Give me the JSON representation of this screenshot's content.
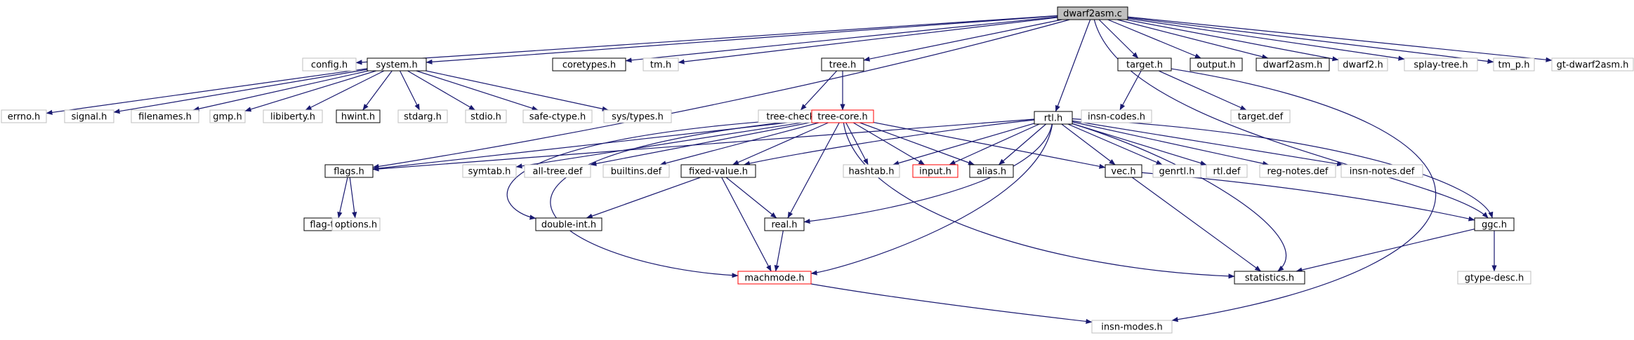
{
  "diagram": {
    "title": "",
    "colors": {
      "edge": "#191970",
      "root_fill": "#bfbfbf",
      "node_fill": "#ffffff",
      "border_black": "#000000",
      "border_gray": "#bfbfbf",
      "border_red": "#ff0000"
    },
    "nodes": [
      {
        "id": "dwarf2asm_c",
        "label": "dwarf2asm.c",
        "style": "root"
      },
      {
        "id": "config_h",
        "label": "config.h",
        "style": "gray"
      },
      {
        "id": "system_h",
        "label": "system.h",
        "style": "black"
      },
      {
        "id": "coretypes_h",
        "label": "coretypes.h",
        "style": "black"
      },
      {
        "id": "tm_h",
        "label": "tm.h",
        "style": "gray"
      },
      {
        "id": "tree_h",
        "label": "tree.h",
        "style": "black"
      },
      {
        "id": "rtl_h",
        "label": "rtl.h",
        "style": "black"
      },
      {
        "id": "target_h",
        "label": "target.h",
        "style": "black"
      },
      {
        "id": "output_h",
        "label": "output.h",
        "style": "black"
      },
      {
        "id": "dwarf2asm_h",
        "label": "dwarf2asm.h",
        "style": "black"
      },
      {
        "id": "dwarf2_h",
        "label": "dwarf2.h",
        "style": "gray"
      },
      {
        "id": "splay_tree_h",
        "label": "splay-tree.h",
        "style": "gray"
      },
      {
        "id": "tm_p_h",
        "label": "tm_p.h",
        "style": "gray"
      },
      {
        "id": "gt_dwarf2asm_h",
        "label": "gt-dwarf2asm.h",
        "style": "gray"
      },
      {
        "id": "errno_h",
        "label": "errno.h",
        "style": "gray"
      },
      {
        "id": "signal_h",
        "label": "signal.h",
        "style": "gray"
      },
      {
        "id": "filenames_h",
        "label": "filenames.h",
        "style": "gray"
      },
      {
        "id": "gmp_h",
        "label": "gmp.h",
        "style": "gray"
      },
      {
        "id": "libiberty_h",
        "label": "libiberty.h",
        "style": "gray"
      },
      {
        "id": "hwint_h",
        "label": "hwint.h",
        "style": "black"
      },
      {
        "id": "stdarg_h",
        "label": "stdarg.h",
        "style": "gray"
      },
      {
        "id": "stdio_h",
        "label": "stdio.h",
        "style": "gray"
      },
      {
        "id": "safe_ctype_h",
        "label": "safe-ctype.h",
        "style": "gray"
      },
      {
        "id": "sys_types_h",
        "label": "sys/types.h",
        "style": "gray"
      },
      {
        "id": "tree_check_h",
        "label": "tree-check.h",
        "style": "gray"
      },
      {
        "id": "tree_core_h",
        "label": "tree-core.h",
        "style": "red"
      },
      {
        "id": "insn_codes_h",
        "label": "insn-codes.h",
        "style": "gray"
      },
      {
        "id": "target_def",
        "label": "target.def",
        "style": "gray"
      },
      {
        "id": "flags_h",
        "label": "flags.h",
        "style": "black"
      },
      {
        "id": "symtab_h",
        "label": "symtab.h",
        "style": "gray"
      },
      {
        "id": "all_tree_def",
        "label": "all-tree.def",
        "style": "gray"
      },
      {
        "id": "builtins_def",
        "label": "builtins.def",
        "style": "gray"
      },
      {
        "id": "fixed_value_h",
        "label": "fixed-value.h",
        "style": "black"
      },
      {
        "id": "hashtab_h",
        "label": "hashtab.h",
        "style": "gray"
      },
      {
        "id": "input_h",
        "label": "input.h",
        "style": "red"
      },
      {
        "id": "alias_h",
        "label": "alias.h",
        "style": "black"
      },
      {
        "id": "vec_h",
        "label": "vec.h",
        "style": "black"
      },
      {
        "id": "genrtl_h",
        "label": "genrtl.h",
        "style": "gray"
      },
      {
        "id": "rtl_def",
        "label": "rtl.def",
        "style": "gray"
      },
      {
        "id": "reg_notes_def",
        "label": "reg-notes.def",
        "style": "gray"
      },
      {
        "id": "insn_notes_def",
        "label": "insn-notes.def",
        "style": "gray"
      },
      {
        "id": "flag_types_h",
        "label": "flag-types.h",
        "style": "black"
      },
      {
        "id": "options_h",
        "label": "options.h",
        "style": "gray"
      },
      {
        "id": "double_int_h",
        "label": "double-int.h",
        "style": "black"
      },
      {
        "id": "real_h",
        "label": "real.h",
        "style": "black"
      },
      {
        "id": "ggc_h",
        "label": "ggc.h",
        "style": "black"
      },
      {
        "id": "machmode_h",
        "label": "machmode.h",
        "style": "red"
      },
      {
        "id": "statistics_h",
        "label": "statistics.h",
        "style": "black"
      },
      {
        "id": "gtype_desc_h",
        "label": "gtype-desc.h",
        "style": "gray"
      },
      {
        "id": "insn_modes_h",
        "label": "insn-modes.h",
        "style": "gray"
      }
    ],
    "edges": [
      [
        "dwarf2asm_c",
        "config_h"
      ],
      [
        "dwarf2asm_c",
        "system_h"
      ],
      [
        "dwarf2asm_c",
        "coretypes_h"
      ],
      [
        "dwarf2asm_c",
        "tm_h"
      ],
      [
        "dwarf2asm_c",
        "tree_h"
      ],
      [
        "dwarf2asm_c",
        "rtl_h"
      ],
      [
        "dwarf2asm_c",
        "target_h"
      ],
      [
        "dwarf2asm_c",
        "output_h"
      ],
      [
        "dwarf2asm_c",
        "dwarf2asm_h"
      ],
      [
        "dwarf2asm_c",
        "dwarf2_h"
      ],
      [
        "dwarf2asm_c",
        "splay_tree_h"
      ],
      [
        "dwarf2asm_c",
        "tm_p_h"
      ],
      [
        "dwarf2asm_c",
        "gt_dwarf2asm_h"
      ],
      [
        "dwarf2asm_c",
        "flags_h"
      ],
      [
        "dwarf2asm_c",
        "ggc_h"
      ],
      [
        "system_h",
        "errno_h"
      ],
      [
        "system_h",
        "signal_h"
      ],
      [
        "system_h",
        "filenames_h"
      ],
      [
        "system_h",
        "gmp_h"
      ],
      [
        "system_h",
        "libiberty_h"
      ],
      [
        "system_h",
        "hwint_h"
      ],
      [
        "system_h",
        "stdarg_h"
      ],
      [
        "system_h",
        "stdio_h"
      ],
      [
        "system_h",
        "safe_ctype_h"
      ],
      [
        "system_h",
        "sys_types_h"
      ],
      [
        "tree_h",
        "tree_check_h"
      ],
      [
        "tree_h",
        "tree_core_h"
      ],
      [
        "target_h",
        "insn_codes_h"
      ],
      [
        "target_h",
        "target_def"
      ],
      [
        "target_h",
        "insn_modes_h"
      ],
      [
        "tree_core_h",
        "flags_h"
      ],
      [
        "tree_core_h",
        "symtab_h"
      ],
      [
        "tree_core_h",
        "all_tree_def"
      ],
      [
        "tree_core_h",
        "builtins_def"
      ],
      [
        "tree_core_h",
        "fixed_value_h"
      ],
      [
        "tree_core_h",
        "hashtab_h"
      ],
      [
        "tree_core_h",
        "input_h"
      ],
      [
        "tree_core_h",
        "alias_h"
      ],
      [
        "tree_core_h",
        "vec_h"
      ],
      [
        "tree_core_h",
        "double_int_h"
      ],
      [
        "tree_core_h",
        "real_h"
      ],
      [
        "tree_core_h",
        "machmode_h"
      ],
      [
        "tree_core_h",
        "statistics_h"
      ],
      [
        "rtl_h",
        "flags_h"
      ],
      [
        "rtl_h",
        "fixed_value_h"
      ],
      [
        "rtl_h",
        "hashtab_h"
      ],
      [
        "rtl_h",
        "input_h"
      ],
      [
        "rtl_h",
        "alias_h"
      ],
      [
        "rtl_h",
        "vec_h"
      ],
      [
        "rtl_h",
        "genrtl_h"
      ],
      [
        "rtl_h",
        "rtl_def"
      ],
      [
        "rtl_h",
        "reg_notes_def"
      ],
      [
        "rtl_h",
        "insn_notes_def"
      ],
      [
        "rtl_h",
        "real_h"
      ],
      [
        "rtl_h",
        "machmode_h"
      ],
      [
        "rtl_h",
        "statistics_h"
      ],
      [
        "rtl_h",
        "ggc_h"
      ],
      [
        "flags_h",
        "flag_types_h"
      ],
      [
        "flags_h",
        "options_h"
      ],
      [
        "fixed_value_h",
        "double_int_h"
      ],
      [
        "fixed_value_h",
        "real_h"
      ],
      [
        "fixed_value_h",
        "machmode_h"
      ],
      [
        "real_h",
        "machmode_h"
      ],
      [
        "vec_h",
        "statistics_h"
      ],
      [
        "vec_h",
        "ggc_h"
      ],
      [
        "ggc_h",
        "statistics_h"
      ],
      [
        "ggc_h",
        "gtype_desc_h"
      ],
      [
        "machmode_h",
        "insn_modes_h"
      ]
    ]
  }
}
